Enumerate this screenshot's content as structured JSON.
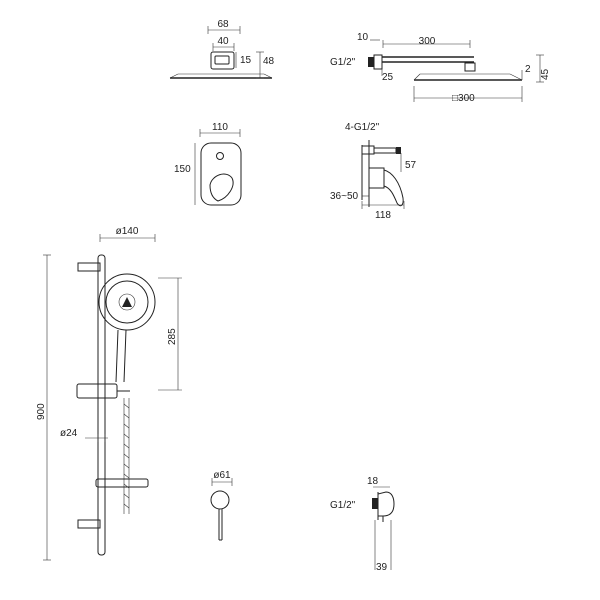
{
  "colors": {
    "line": "#222222",
    "background": "#ffffff"
  },
  "head_shower_top": {
    "dim_total": "68",
    "dim_inner": "40",
    "dim_block_h": "15",
    "dim_height": "48"
  },
  "head_shower_side": {
    "dim_thread_offset": "10",
    "dim_arm_length": "300",
    "thread": "G1/2\"",
    "dim_arm_h": "25",
    "dim_plate_t": "2",
    "dim_total_h": "45",
    "dim_square": "□300"
  },
  "mixer_front": {
    "dim_width": "110",
    "dim_height": "150"
  },
  "mixer_side": {
    "thread": "4-G1/2\"",
    "dim_pipe": "57",
    "dim_depth_range": "36~50",
    "dim_total": "118"
  },
  "shower_rail": {
    "dim_head_dia": "ø140",
    "dim_head_drop": "285",
    "dim_rail_length": "900",
    "dim_rail_dia": "ø24"
  },
  "valve_knob": {
    "dim_dia": "ø61"
  },
  "wall_outlet": {
    "dim_width": "18",
    "thread": "G1/2\"",
    "dim_depth": "39"
  }
}
